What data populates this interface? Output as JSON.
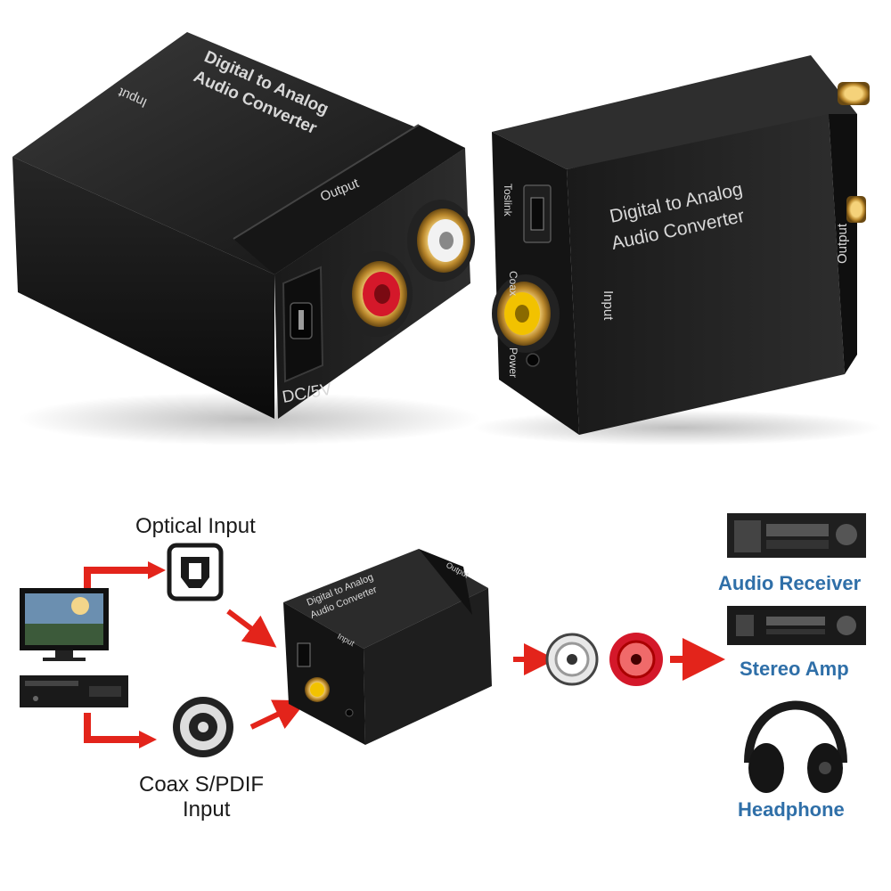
{
  "left_unit": {
    "title_line1": "Digital  to Analog",
    "title_line2": "Audio Converter",
    "input_label": "Input",
    "output_label": "Output",
    "power_label": "DC/5V"
  },
  "right_unit": {
    "title_line1": "Digital  to Analog",
    "title_line2": "Audio Converter",
    "input_label": "Input",
    "output_label": "Output",
    "toslink_label": "Toslink",
    "coax_label": "Coax",
    "power_label": "Power"
  },
  "diagram": {
    "optical_input": "Optical Input",
    "coax_line1": "Coax S/PDIF",
    "coax_line2": "Input",
    "small_unit_line1": "Digital to Analog",
    "small_unit_line2": "Audio Converter",
    "small_unit_input": "Input",
    "small_unit_output": "Output",
    "audio_receiver": "Audio Receiver",
    "stereo_amp": "Stereo Amp",
    "headphone": "Headphone"
  },
  "colors": {
    "arrow_red": "#e3241b",
    "label_blue": "#2f6fa8",
    "device_black": "#1c1c1c",
    "rca_red": "#d4182a",
    "rca_yellow": "#f2c200"
  }
}
